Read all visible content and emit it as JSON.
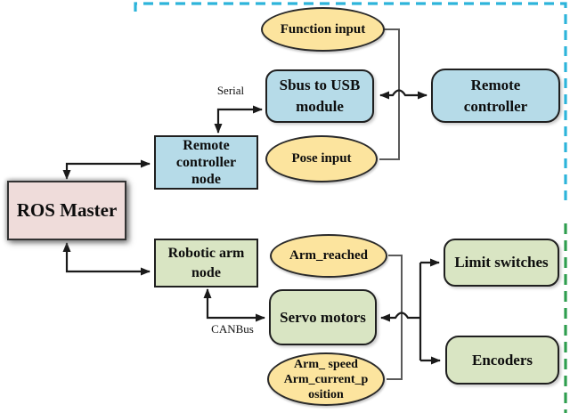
{
  "colors": {
    "node-blue": "#b6dbe8",
    "node-green": "#d9e5c3",
    "node-yellow": "#fce49e",
    "node-pink": "#efdcda",
    "edge": "#1a1a1a",
    "trunk": "#5a5a5a",
    "dash-cyan": "#2db4da",
    "dash-green": "#2f9e4f"
  },
  "nodes": {
    "ros_master": {
      "label": "ROS Master"
    },
    "remote_controller_node": {
      "label": "Remote\ncontroller\nnode"
    },
    "robotic_arm_node": {
      "label": "Robotic arm\nnode"
    },
    "sbus_to_usb_module": {
      "label": "Sbus to USB\nmodule"
    },
    "remote_controller": {
      "label": "Remote\ncontroller"
    },
    "servo_motors": {
      "label": "Servo motors"
    },
    "limit_switches": {
      "label": "Limit switches"
    },
    "encoders": {
      "label": "Encoders"
    },
    "function_input": {
      "label": "Function input"
    },
    "pose_input": {
      "label": "Pose input"
    },
    "arm_reached": {
      "label": "Arm_reached"
    },
    "arm_feedback": {
      "label": "Arm_ speed\nArm_current_p\nosition"
    }
  },
  "edge_labels": {
    "serial": "Serial",
    "canbus": "CANBus"
  }
}
